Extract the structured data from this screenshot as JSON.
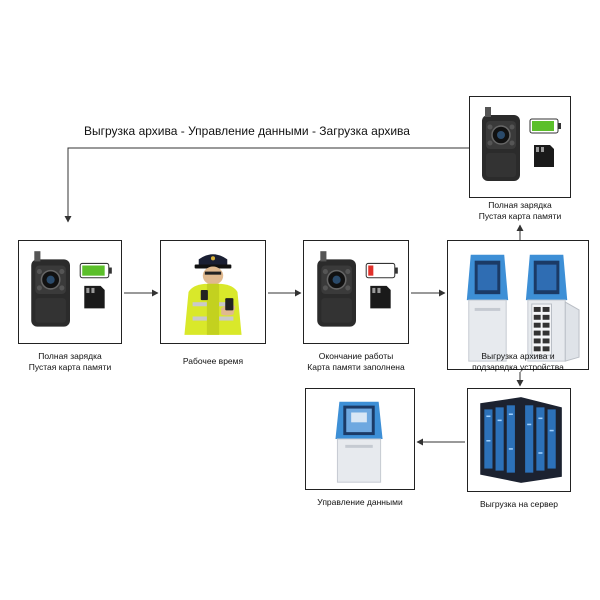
{
  "diagram": {
    "cycle_title": "Выгрузка архива - Управление данными - Загрузка архива",
    "steps": [
      {
        "id": "top-right",
        "line1": "Полная зарядка",
        "line2": "Пустая карта памяти"
      },
      {
        "id": "start",
        "line1": "Полная зарядка",
        "line2": "Пустая карта памяти"
      },
      {
        "id": "work",
        "line1": "Рабочее время",
        "line2": ""
      },
      {
        "id": "end",
        "line1": "Окончание работы",
        "line2": "Карта памяти заполнена"
      },
      {
        "id": "dock",
        "line1": "Выгрузка архива и",
        "line2": "подзарядка устройства"
      },
      {
        "id": "server",
        "line1": "Выгрузка на сервер",
        "line2": ""
      },
      {
        "id": "manage",
        "line1": "Управление данными",
        "line2": ""
      }
    ]
  }
}
